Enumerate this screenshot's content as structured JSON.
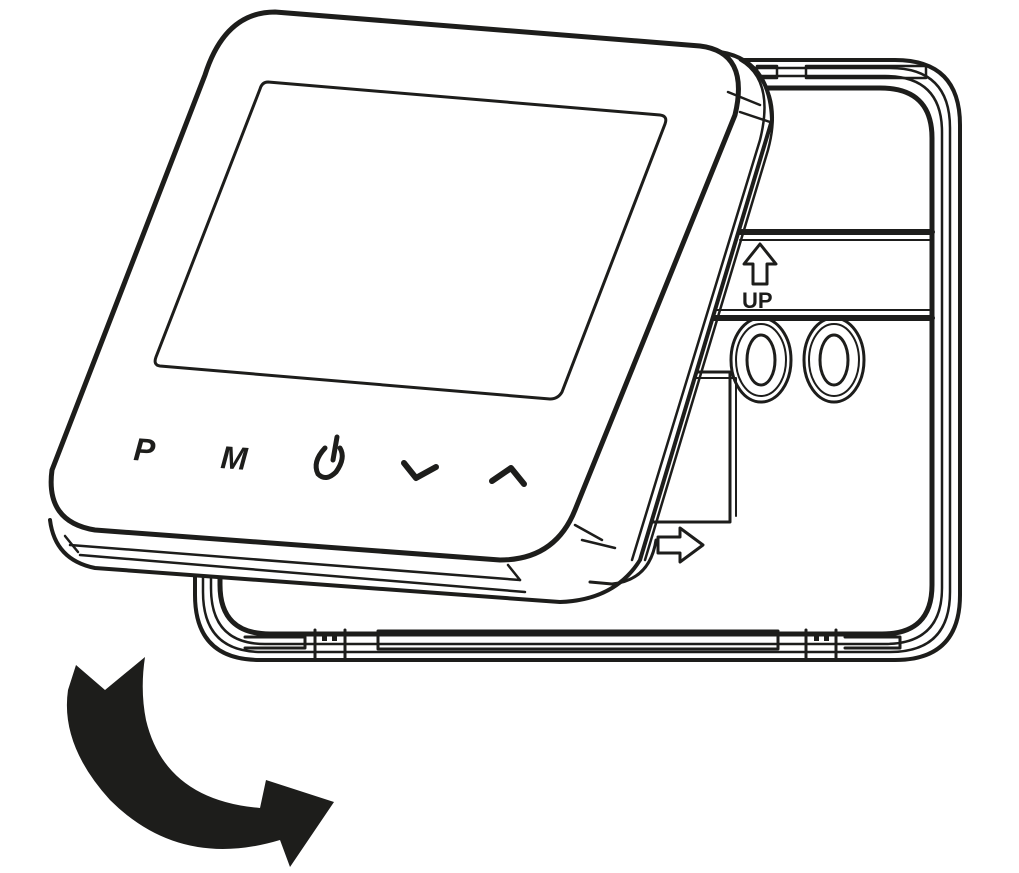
{
  "diagram": {
    "subject": "Thermostat mounting onto wall back plate",
    "colors": {
      "line": "#1d1d1b",
      "background": "#ffffff"
    },
    "thermostat": {
      "buttons": [
        {
          "id": "p",
          "label": "P",
          "icon": "program-letter"
        },
        {
          "id": "m",
          "label": "M",
          "icon": "mode-letter"
        },
        {
          "id": "power",
          "label": "",
          "icon": "power-icon"
        },
        {
          "id": "down",
          "label": "",
          "icon": "chevron-down-icon"
        },
        {
          "id": "up",
          "label": "",
          "icon": "chevron-up-icon"
        }
      ]
    },
    "back_plate": {
      "up_label": "UP",
      "up_arrow_icon": "arrow-up-outline-icon",
      "slide_arrow_icon": "arrow-right-outline-icon",
      "screw_slots": 2
    },
    "motion_arrow_icon": "curved-rotate-arrow-icon"
  }
}
